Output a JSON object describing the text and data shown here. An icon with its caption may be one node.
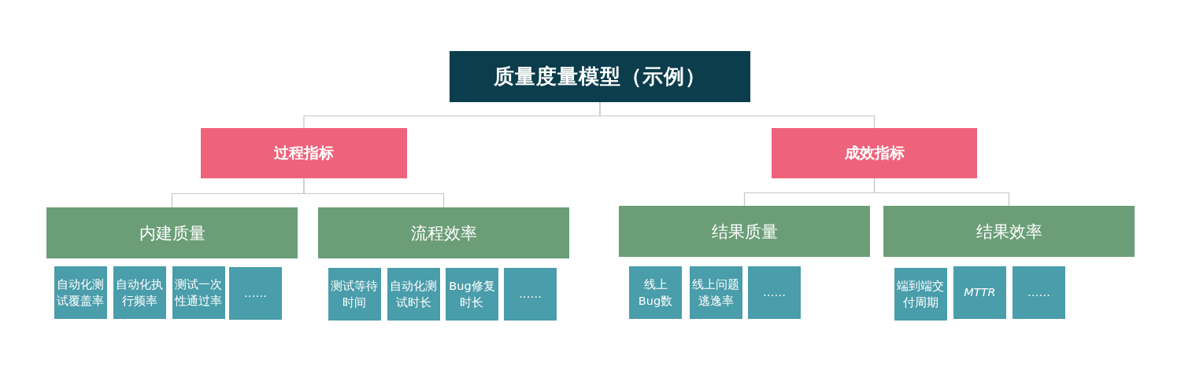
{
  "diagram": {
    "nodes": [
      {
        "text": [
          "质量度量模型（示例）"
        ]
      },
      {
        "text": [
          "过程指标"
        ]
      },
      {
        "text": [
          "成效指标"
        ]
      },
      {
        "text": [
          "内建质量"
        ]
      },
      {
        "text": [
          "流程效率"
        ]
      },
      {
        "text": [
          "结果质量"
        ]
      },
      {
        "text": [
          "结果效率"
        ]
      },
      {
        "text": [
          "自动化测试覆盖率"
        ]
      },
      {
        "text": [
          "自动化执行频率"
        ]
      },
      {
        "text": [
          "测试一次性通过率"
        ]
      },
      {
        "text": [
          "……"
        ]
      },
      {
        "text": [
          "测试等待时间"
        ]
      },
      {
        "text": [
          "自动化测试时长"
        ]
      },
      {
        "text": [
          "Bug修复时长"
        ]
      },
      {
        "text": [
          "……"
        ]
      },
      {
        "text": [
          "线上Bug数"
        ]
      },
      {
        "text": [
          "线上问题逃逸率"
        ]
      },
      {
        "text": [
          "……"
        ]
      },
      {
        "text": [
          "端到端交付周期"
        ]
      },
      {
        "text": [
          "MTTR"
        ]
      },
      {
        "text": [
          "……"
        ]
      }
    ],
    "edges": [
      {
        "from": 0,
        "to": 1,
        "arrow": "none"
      },
      {
        "from": 0,
        "to": 2,
        "arrow": "none"
      },
      {
        "from": 1,
        "to": 3,
        "arrow": "none"
      },
      {
        "from": 1,
        "to": 4,
        "arrow": "none"
      },
      {
        "from": 2,
        "to": 5,
        "arrow": "none"
      },
      {
        "from": 2,
        "to": 6,
        "arrow": "none"
      }
    ]
  }
}
